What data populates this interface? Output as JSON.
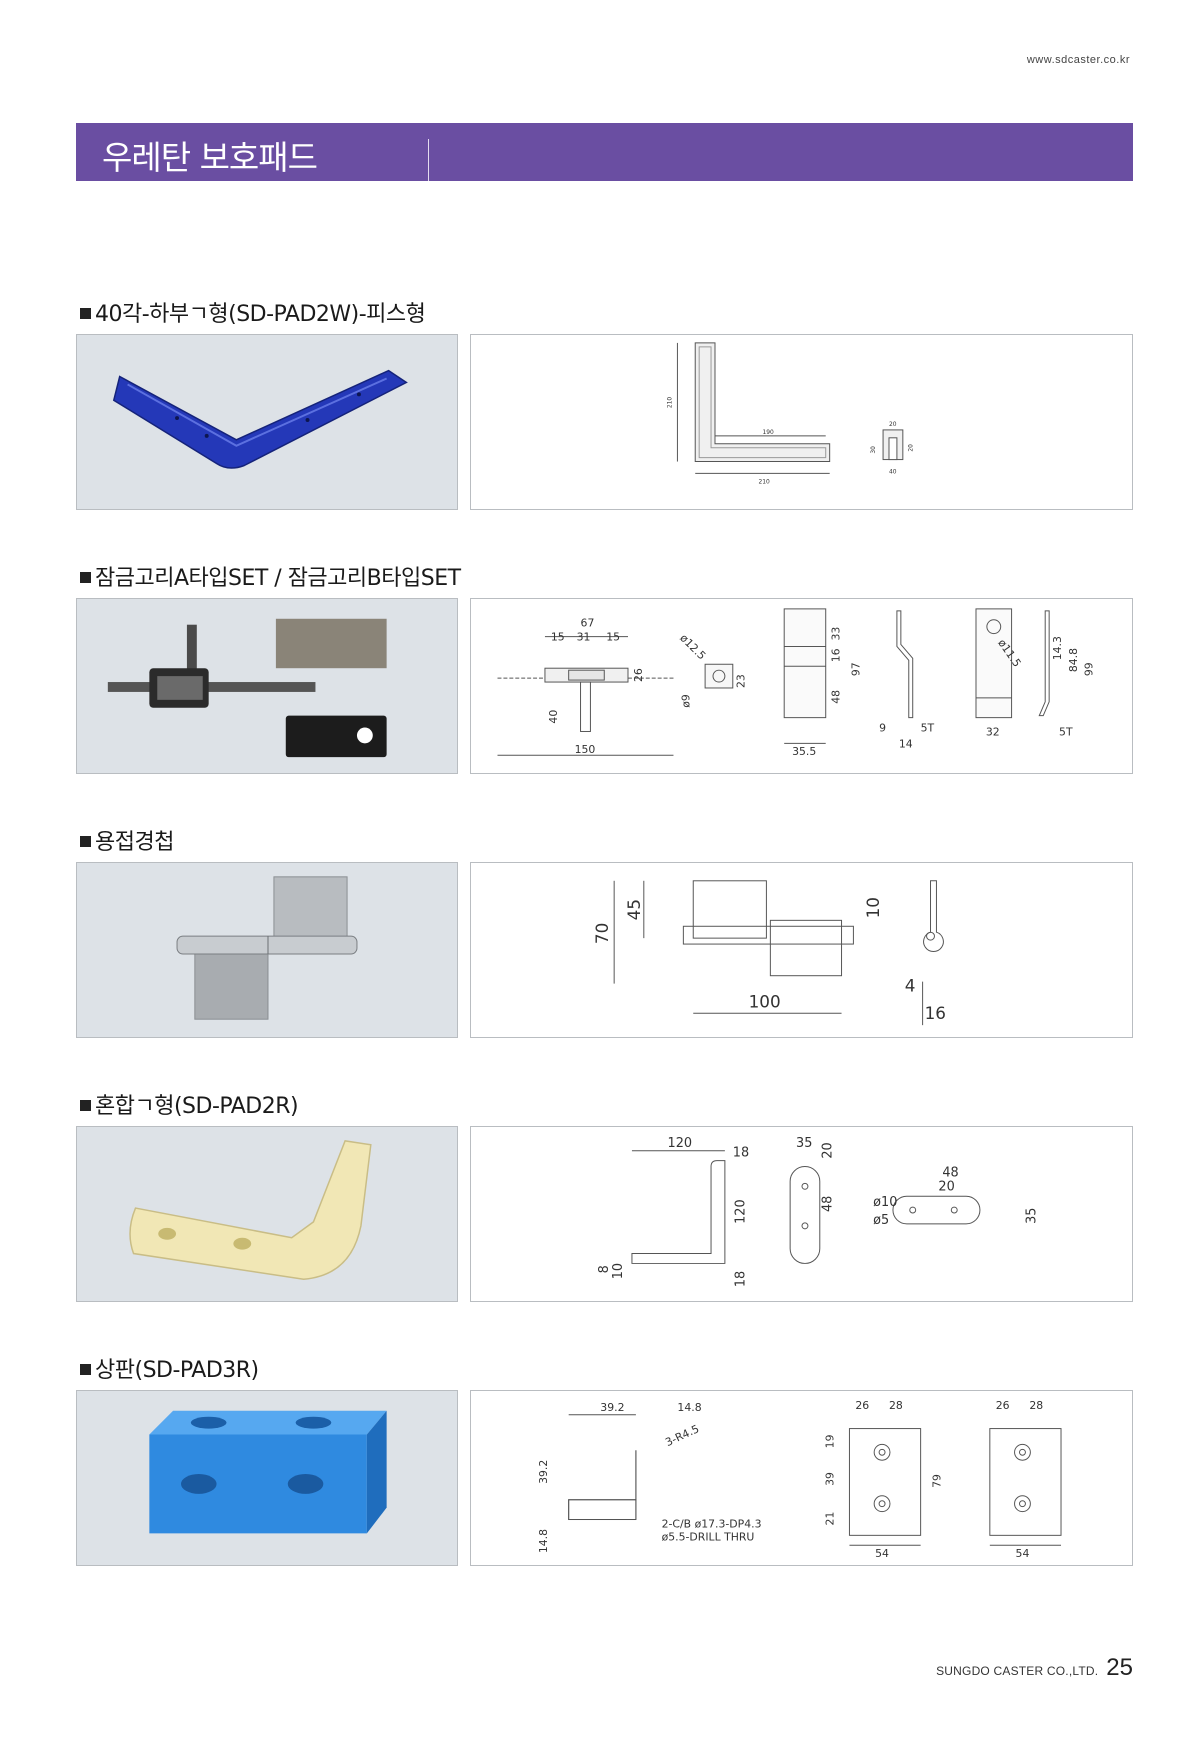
{
  "header": {
    "website": "www.sdcaster.co.kr"
  },
  "page_title": "우레탄 보호패드",
  "sections": [
    {
      "heading": "40각-하부ㄱ형(SD-PAD2W)-피스형",
      "photo_subject": "blue-urethane-L-pad",
      "dims": {
        "a": "210",
        "b": "190",
        "c": "210",
        "d": "20",
        "e": "30",
        "f": "40",
        "g": "20"
      }
    },
    {
      "heading": "잠금고리A타입SET / 잠금고리B타입SET",
      "photo_subject": "lock-hook-set",
      "dims": {
        "a": "67",
        "b": "15",
        "c": "31",
        "d": "15",
        "e": "26",
        "f": "40",
        "g": "150",
        "h": "ø12.5",
        "i": "ø9",
        "j": "23",
        "k": "33",
        "l": "16",
        "m": "97",
        "n": "48",
        "o": "35.5",
        "p": "9",
        "q": "14",
        "r": "5T",
        "s": "ø11.5",
        "t": "14.3",
        "u": "84.8",
        "v": "99",
        "w": "32",
        "x": "5T"
      }
    },
    {
      "heading": "용접경첩",
      "photo_subject": "welding-hinge",
      "dims": {
        "a": "70",
        "b": "45",
        "c": "10",
        "d": "100",
        "e": "4",
        "f": "16"
      }
    },
    {
      "heading": "혼합ㄱ형(SD-PAD2R)",
      "photo_subject": "cream-urethane-L-pad",
      "dims": {
        "a": "120",
        "b": "18",
        "c": "120",
        "d": "8",
        "e": "10",
        "f": "18",
        "g": "35",
        "h": "20",
        "i": "48",
        "j": "48",
        "k": "20",
        "l": "ø10",
        "m": "ø5",
        "n": "35"
      }
    },
    {
      "heading": "상판(SD-PAD3R)",
      "photo_subject": "blue-top-plate-block",
      "dims": {
        "a": "39.2",
        "b": "14.8",
        "c": "3-R4.5",
        "d": "39.2",
        "e": "14.8",
        "f": "2-C/B  ø17.3-DP4.3",
        "g": "ø5.5-DRILL  THRU",
        "h": "26",
        "i": "28",
        "j": "19",
        "k": "39",
        "l": "21",
        "m": "79",
        "n": "54",
        "o": "26",
        "p": "28",
        "q": "54"
      }
    }
  ],
  "footer": {
    "company": "SUNGDO CASTER CO.,LTD.",
    "page_number": "25"
  },
  "colors": {
    "title_bar": "#6a4ea2",
    "photo_bg": "#dde2e7",
    "blue_pad": "#2438b8",
    "cream_pad": "#f1e7b5",
    "blue_plate": "#2f8ae0"
  }
}
